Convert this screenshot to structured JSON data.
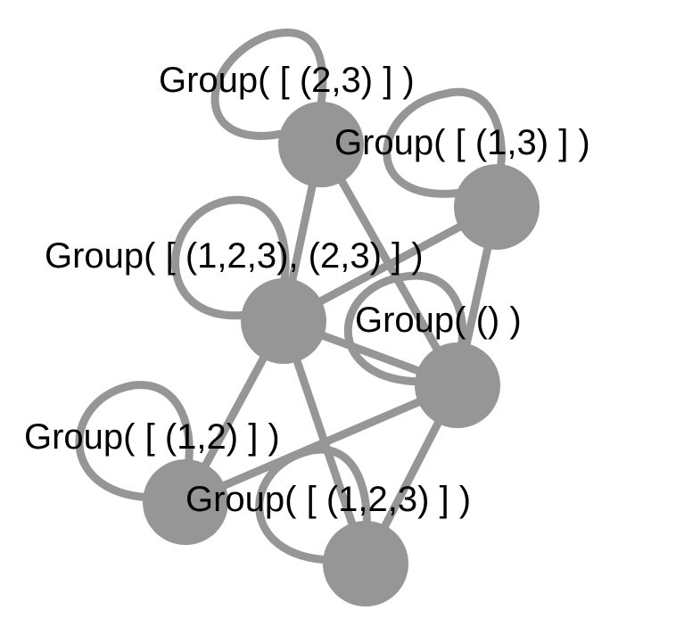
{
  "colors": {
    "node": "#969696",
    "edge": "#969696",
    "label": "#000000",
    "background": "#ffffff"
  },
  "nodes": [
    {
      "id": "g23",
      "label": "Group( [ (2,3) ] )"
    },
    {
      "id": "g13",
      "label": "Group( [ (1,3) ] )"
    },
    {
      "id": "g123_23",
      "label": "Group( [ (1,2,3), (2,3) ] )"
    },
    {
      "id": "g_triv",
      "label": "Group( () )"
    },
    {
      "id": "g12",
      "label": "Group( [ (1,2) ] )"
    },
    {
      "id": "g123",
      "label": "Group( [ (1,2,3) ] )"
    }
  ],
  "edges": [
    {
      "from": "g23",
      "to": "g123_23"
    },
    {
      "from": "g23",
      "to": "g_triv"
    },
    {
      "from": "g13",
      "to": "g123_23"
    },
    {
      "from": "g13",
      "to": "g_triv"
    },
    {
      "from": "g123_23",
      "to": "g_triv"
    },
    {
      "from": "g123_23",
      "to": "g12"
    },
    {
      "from": "g123_23",
      "to": "g123"
    },
    {
      "from": "g_triv",
      "to": "g12"
    },
    {
      "from": "g_triv",
      "to": "g123"
    }
  ],
  "self_loops": [
    "g23",
    "g13",
    "g123_23",
    "g_triv",
    "g12",
    "g123"
  ]
}
